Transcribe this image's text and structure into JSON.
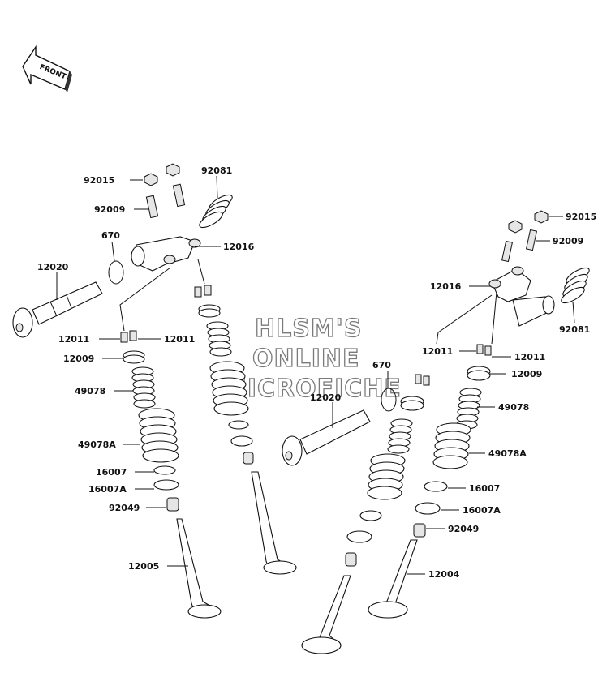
{
  "front_label": "FRONT",
  "watermark": [
    "HLSM'S",
    "ONLINE",
    "MICROFICHE"
  ],
  "left_head": {
    "nut": "92015",
    "adjuster_screw": "92009",
    "spring_small": "92081",
    "o_ring": "670",
    "shaft": "12020",
    "rocker_arm": "12016",
    "keeper_a": "12011",
    "keeper_b": "12011",
    "retainer": "12009",
    "inner_spring": "49078",
    "outer_spring": "49078A",
    "spring_seat": "16007",
    "spring_seat_a": "16007A",
    "stem_seal": "92049",
    "valve": "12005"
  },
  "right_head": {
    "nut": "92015",
    "adjuster_screw": "92009",
    "rocker_arm": "12016",
    "spring_small": "92081",
    "o_ring": "670",
    "shaft": "12020",
    "keeper_a": "12011",
    "keeper_b": "12011",
    "retainer": "12009",
    "inner_spring": "49078",
    "outer_spring": "49078A",
    "spring_seat": "16007",
    "spring_seat_a": "16007A",
    "stem_seal": "92049",
    "valve": "12004"
  }
}
